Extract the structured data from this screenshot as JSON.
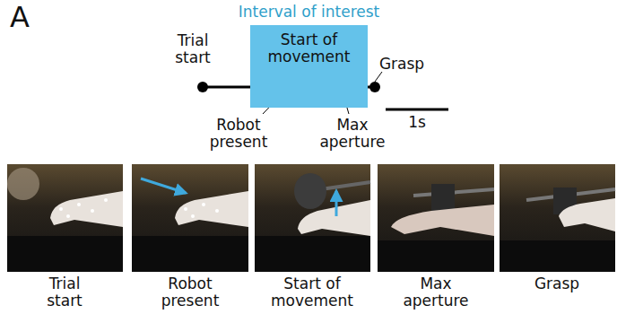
{
  "diagram": {
    "nodes": [
      {
        "text": [
          "Interval of interest",
          "Start of movement"
        ]
      }
    ],
    "labels": [
      "A",
      "Trial start",
      "Robot present",
      "Max aperture",
      "Grasp",
      "1s",
      "Trial start",
      "Robot present",
      "Start of movement",
      "Max aperture",
      "Grasp"
    ]
  }
}
